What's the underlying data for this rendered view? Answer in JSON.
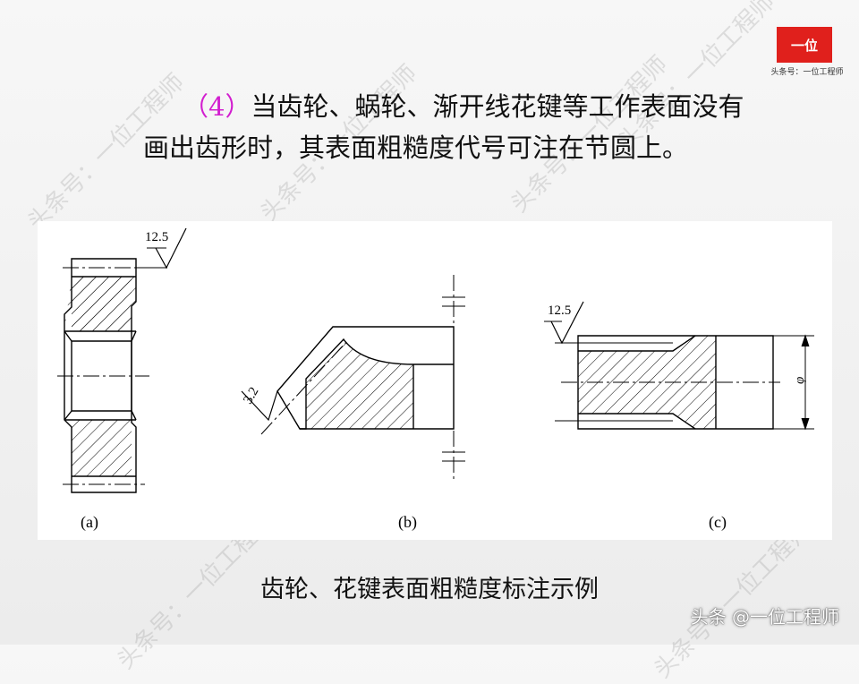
{
  "logo": {
    "badge": "一位",
    "sub": "头条号：一位工程师"
  },
  "paragraph": {
    "number": "（4）",
    "text_line1": "当齿轮、蜗轮、渐开线花键等工作表面没有",
    "text_line2": "画出齿形时，其表面粗糙度代号可注在节圆上。"
  },
  "figure": {
    "a": {
      "label": "(a)",
      "roughness": "12.5"
    },
    "b": {
      "label": "(b)",
      "roughness": "3.2"
    },
    "c": {
      "label": "(c)",
      "roughness": "12.5",
      "dim": "φ"
    }
  },
  "caption": "齿轮、花键表面粗糙度标注示例",
  "watermark": "头条 @一位工程师",
  "background_watermark": "头条号：一位工程师",
  "colors": {
    "number": "#d21ecf",
    "logo": "#e0201c"
  }
}
